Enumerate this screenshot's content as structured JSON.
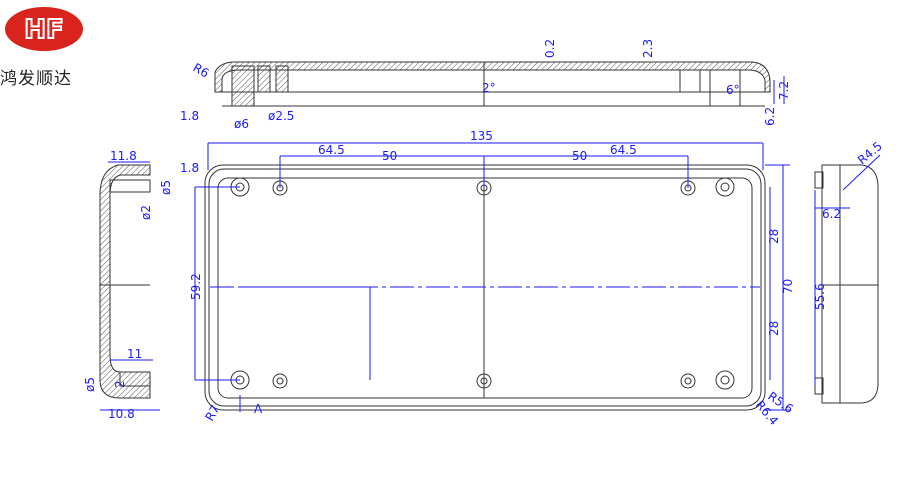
{
  "logo": {
    "text": "HF",
    "brand_name": "鸿发顺达",
    "color": "#d8241c"
  },
  "top_view": {
    "labels": [
      "R6",
      "1.8",
      "ø6",
      "ø2.5",
      "0.2",
      "2.3",
      "2°",
      "6°",
      "7.2",
      "6.2"
    ]
  },
  "front_view": {
    "labels": {
      "overall_length": "135",
      "left_64_5": "64.5",
      "left_50": "50",
      "right_50": "50",
      "right_64_5": "64.5",
      "wall": "1.8",
      "hole_span_v": "59.2",
      "upper_28": "28",
      "lower_28": "28",
      "overall_width": "70",
      "r_corner": "R7",
      "section": "A",
      "r_inner": "R5.6",
      "r_outer": "R6.4"
    }
  },
  "left_view": {
    "labels": [
      "11.8",
      "ø5",
      "ø2",
      "11",
      "ø5",
      "2",
      "10.8"
    ]
  },
  "right_view": {
    "labels": [
      "R4.5",
      "6.2",
      "55.6"
    ]
  }
}
